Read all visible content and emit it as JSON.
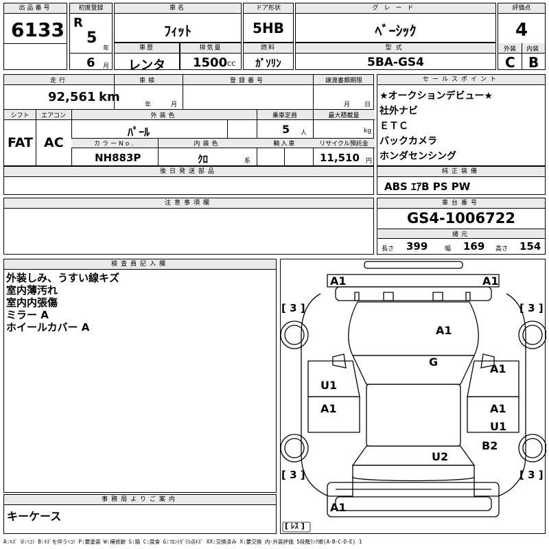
{
  "lot": {
    "label": "出品番号",
    "value": "6133"
  },
  "first_reg": {
    "label": "初度登録",
    "era": "R",
    "year": "5",
    "year_unit": "年",
    "month": "6",
    "month_unit": "月"
  },
  "model_name": {
    "label": "車名",
    "value": "ﾌｨｯﾄ"
  },
  "door": {
    "label": "ドア形状",
    "value": "5HB"
  },
  "grade": {
    "label": "グレード",
    "value": "ﾍﾞｰｼｯｸ"
  },
  "score": {
    "label": "評価点",
    "value": "4",
    "ext_label": "外装",
    "ext_value": "C",
    "int_label": "内装",
    "int_value": "B"
  },
  "history": {
    "label": "車歴",
    "value": "レンタ"
  },
  "displacement": {
    "label": "排気量",
    "value": "1500",
    "unit": "CC"
  },
  "fuel": {
    "label": "燃料",
    "value": "ｶﾞｿﾘﾝ"
  },
  "model_code": {
    "label": "型式",
    "value": "5BA-GS4"
  },
  "mileage": {
    "label": "走行",
    "value": "92,561",
    "unit": "km"
  },
  "inspection": {
    "label": "車検",
    "year_unit": "年",
    "month_unit": "月"
  },
  "reg_no": {
    "label": "登録番号",
    "value": ""
  },
  "transfer_deadline": {
    "label": "譲渡書類期限",
    "month_unit": "月",
    "day_unit": "日"
  },
  "shift": {
    "label": "シフト",
    "value": "FAT"
  },
  "aircon": {
    "label": "エアコン",
    "value": "AC"
  },
  "color": {
    "label": "外装色",
    "value": "ﾊﾟｰﾙ"
  },
  "capacity": {
    "label": "乗車定員",
    "value": "5",
    "unit": "人"
  },
  "max_load": {
    "label": "最大積載量",
    "unit": "kg"
  },
  "color_no": {
    "label": "カラーNo.",
    "value": "NH883P"
  },
  "interior_color": {
    "label": "内装色",
    "value": "ｸﾛ",
    "unit": "系"
  },
  "import": {
    "label": "輸入車",
    "value": ""
  },
  "recycle": {
    "label": "リサイクル預託金",
    "value": "11,510",
    "unit": "円"
  },
  "later_parts": {
    "label": "後日発送部品"
  },
  "sales_points": {
    "label": "セールスポイント",
    "items": [
      "★オークションデビュー★",
      "社外ナビ",
      "ＥＴＣ",
      "バックカメラ",
      "ホンダセンシング"
    ]
  },
  "standard_equip": {
    "label": "純正装備",
    "value": "ABS ｴｱB PS PW"
  },
  "cautions": {
    "label": "注意事項欄"
  },
  "chassis": {
    "label": "車台番号",
    "value": "GS4-1006722"
  },
  "specs": {
    "label": "諸元",
    "length_label": "長さ",
    "length": "399",
    "width_label": "幅",
    "width": "169",
    "height_label": "高さ",
    "height": "154"
  },
  "inspector": {
    "label": "検査員記入欄",
    "lines": [
      "外装しみ、うすい線キズ",
      "室内薄汚れ",
      "室内内張傷",
      "ミラー A",
      "ホイールカバー A"
    ]
  },
  "office": {
    "label": "事務局よりご案内",
    "value": "キーケース"
  },
  "diagram": {
    "marks": {
      "front_left": "A1",
      "front_right": "A1",
      "hood": "A1",
      "roof": "G",
      "left_front_door": "U1",
      "left_rear_door": "A1",
      "right_front_door": "A1",
      "right_rear_door": "A1",
      "right_rear_door_u": "U1",
      "right_quarter": "B2",
      "trunk": "U2",
      "rear": "A1"
    },
    "tire_marks": {
      "fl": "3",
      "fr": "3",
      "rl": "3",
      "rr": "3"
    },
    "spare": "ﾚｽ"
  },
  "legend": "A:ｷｽﾞ U:ﾍｺﾐ B:ｷｽﾞを伴うﾍｺﾐ P:要塗装 W:補修跡 S:錆 C:腐食 G:ﾌﾛﾝﾄｶﾞﾗｽ点ｷｽﾞ XX:交換済み X:要交換  内･外装評価  5段階ﾗﾝｸ順(A･B･C･D･E) 1"
}
